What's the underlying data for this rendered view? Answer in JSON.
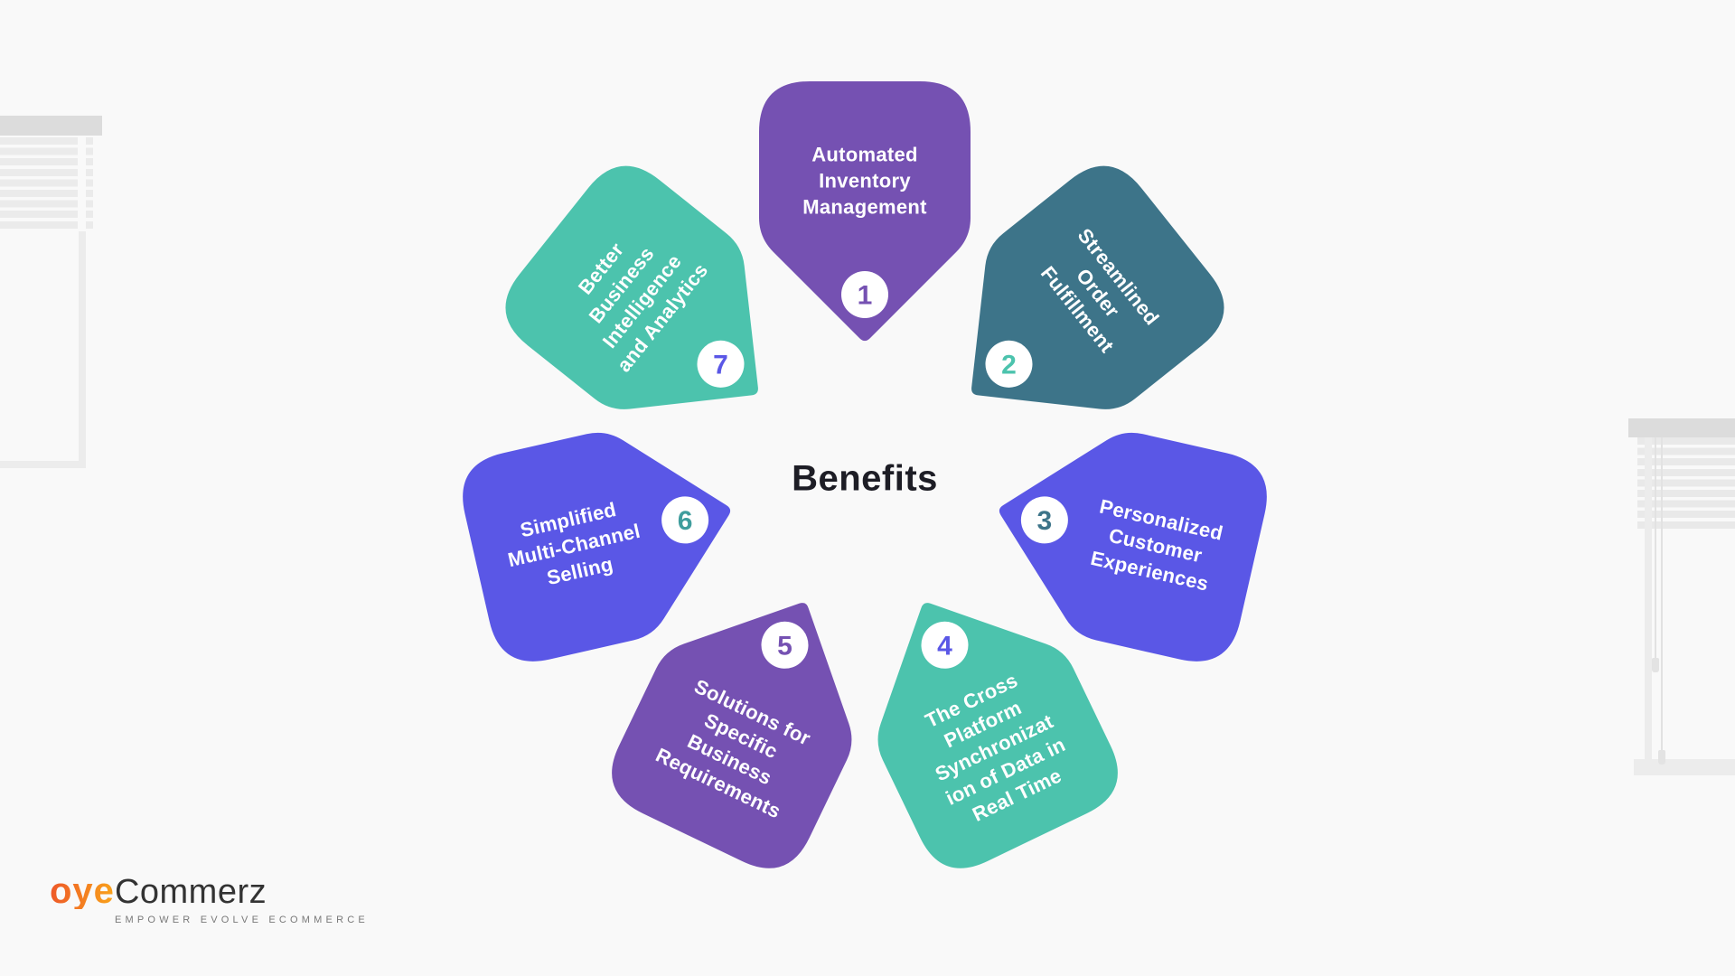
{
  "page": {
    "background": "#f9f9f9"
  },
  "diagram": {
    "center_label": "Benefits",
    "petals": [
      {
        "number": "1",
        "lines": [
          "Automated",
          "Inventory",
          "Management"
        ],
        "fill": "#7551b2",
        "number_color": "#7551b2"
      },
      {
        "number": "2",
        "lines": [
          "Streamlined",
          "Order",
          "Fulfillment"
        ],
        "fill": "#3d7489",
        "number_color": "#4cc3ad"
      },
      {
        "number": "3",
        "lines": [
          "Personalized",
          "Customer",
          "Experiences"
        ],
        "fill": "#5a57e6",
        "number_color": "#3d7489"
      },
      {
        "number": "4",
        "lines": [
          "The Cross",
          "Platform",
          "Synchronizat",
          "ion of Data in",
          "Real Time"
        ],
        "fill": "#4cc3ad",
        "number_color": "#5a57e6"
      },
      {
        "number": "5",
        "lines": [
          "Solutions for",
          "Specific",
          "Business",
          "Requirements"
        ],
        "fill": "#7551b2",
        "number_color": "#7551b2"
      },
      {
        "number": "6",
        "lines": [
          "Simplified",
          "Multi-Channel",
          "Selling"
        ],
        "fill": "#5a57e6",
        "number_color": "#3f9d9d"
      },
      {
        "number": "7",
        "lines": [
          "Better",
          "Business",
          "Intelligence",
          "and Analytics"
        ],
        "fill": "#4cc3ad",
        "number_color": "#5a57e6"
      }
    ],
    "badge_bg": "#ffffff",
    "label_color": "#ffffff",
    "title_color": "#1d1d25"
  },
  "logo": {
    "brand_primary": "oye",
    "brand_secondary": "Commerz",
    "tagline": "EMPOWER EVOLVE ECOMMERCE",
    "orange_from": "#ee5a28",
    "orange_to": "#f9a11b"
  },
  "decor": {
    "blind_slat": "#ebebeb",
    "blind_header": "#dcdcdc",
    "frame": "#ececec"
  }
}
